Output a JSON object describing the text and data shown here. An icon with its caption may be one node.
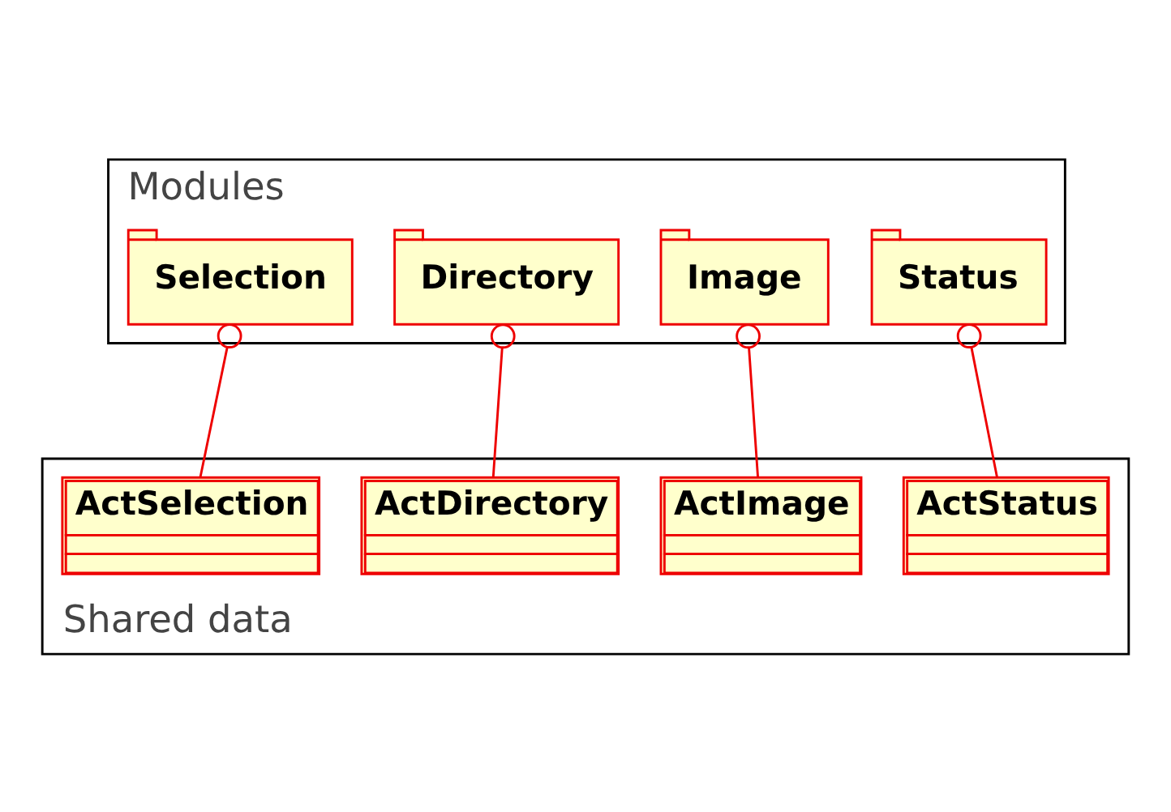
{
  "diagram": {
    "nodes": [
      {
        "text": [
          "Modules"
        ]
      },
      {
        "text": [
          "Status"
        ],
        "in": 0
      },
      {
        "text": [
          "Image"
        ],
        "in": 0
      },
      {
        "text": [
          "Directory"
        ],
        "in": 0
      },
      {
        "text": [
          "Selection"
        ],
        "in": 0
      },
      {
        "text": [
          "Shared data"
        ]
      },
      {
        "text": [
          "ActStatus"
        ],
        "in": 5
      },
      {
        "text": [
          "ActImage"
        ],
        "in": 5
      },
      {
        "text": [
          "ActDirectory"
        ],
        "in": 5
      },
      {
        "text": [
          "ActSelection"
        ],
        "in": 5
      }
    ],
    "edges": [
      {
        "from": 1,
        "to": 6,
        "arrow": "other"
      },
      {
        "from": 2,
        "to": 7,
        "arrow": "other"
      },
      {
        "from": 3,
        "to": 8,
        "arrow": "other"
      },
      {
        "from": 4,
        "to": 9,
        "arrow": "other"
      }
    ]
  }
}
